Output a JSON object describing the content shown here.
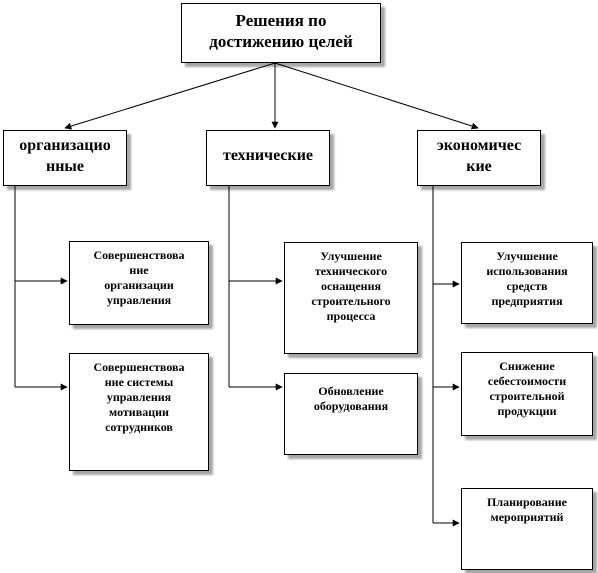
{
  "root": {
    "line1": "Решения по",
    "line2": "достижению целей"
  },
  "categories": [
    {
      "line1": "организацио",
      "line2": "нные"
    },
    {
      "line1": "технические",
      "line2": ""
    },
    {
      "line1": "экономичес",
      "line2": "кие"
    }
  ],
  "leaves": {
    "org_1": [
      "Совершенствова",
      "ние",
      "организации",
      "управления"
    ],
    "org_2": [
      "Совершенствова",
      "ние системы",
      "управления",
      "мотивации",
      "сотрудников"
    ],
    "tech_1": [
      "Улучшение",
      "технического",
      "оснащения",
      "строительного",
      "процесса"
    ],
    "tech_2": [
      "Обновление",
      "оборудования"
    ],
    "econ_1": [
      "Улучшение",
      "использования",
      "средств",
      "предприятия"
    ],
    "econ_2": [
      "Снижение",
      "себестоимости",
      "строительной",
      "продукции"
    ],
    "econ_3": [
      "Планирование",
      "мероприятий"
    ]
  }
}
